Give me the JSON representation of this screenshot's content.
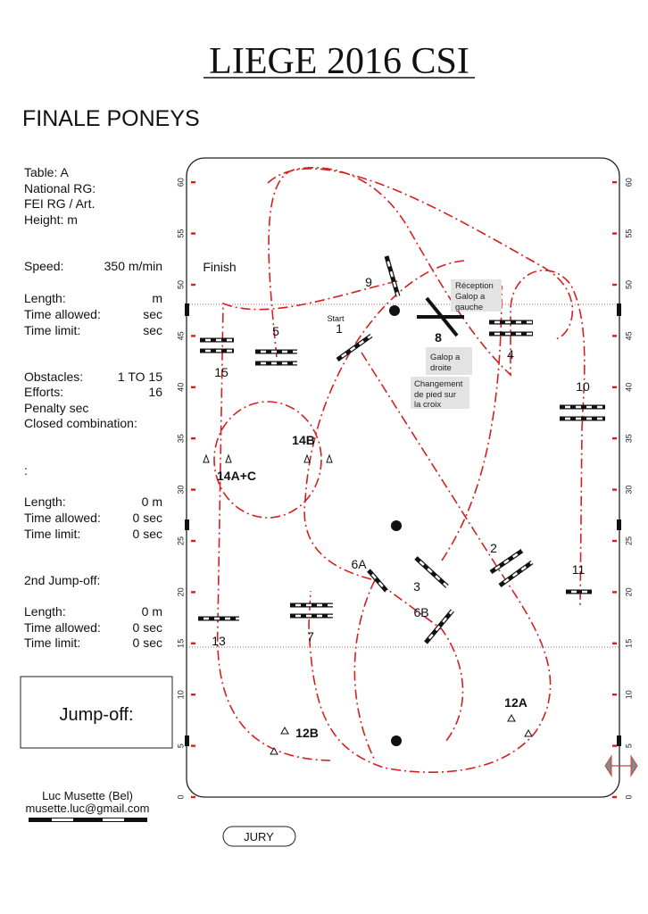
{
  "header": {
    "title": "LIEGE 2016 CSI",
    "subtitle": "FINALE PONEYS"
  },
  "info": {
    "table": "Table: A",
    "national_rg": "National RG:",
    "fei_rg": "FEI RG / Art.",
    "height": "Height:   m",
    "speed_label": "Speed:",
    "speed_value": "350  m/min",
    "length_label": "Length:",
    "length_value": "m",
    "time_allowed_label": "Time allowed:",
    "time_allowed_value": "sec",
    "time_limit_label": "Time limit:",
    "time_limit_value": "sec",
    "obstacles_label": "Obstacles:",
    "obstacles_value": "1 TO 15",
    "efforts_label": "Efforts:",
    "efforts_value": "16",
    "penalty": "Penalty sec",
    "closed_combination": "Closed combination:",
    "jumpoff_colon": ":",
    "jo_length_label": "Length:",
    "jo_length_value": "0   m",
    "jo_time_allowed_label": "Time allowed:",
    "jo_time_allowed_value": "0  sec",
    "jo_time_limit_label": "Time limit:",
    "jo_time_limit_value": "0  sec",
    "jo2_title": "2nd Jump-off:",
    "jo2_length_label": "Length:",
    "jo2_length_value": "0   m",
    "jo2_time_allowed_label": "Time allowed:",
    "jo2_time_allowed_value": "0  sec",
    "jo2_time_limit_label": "Time limit:",
    "jo2_time_limit_value": "0  sec"
  },
  "jumpoff_box": {
    "label": "Jump-off:"
  },
  "author": {
    "name": "Luc Musette (Bel)",
    "email": "musette.luc@gmail.com"
  },
  "jury": {
    "label": "JURY"
  },
  "axis": {
    "ticks": [
      "0",
      "5",
      "10",
      "15",
      "20",
      "25",
      "30",
      "35",
      "40",
      "45",
      "50",
      "55",
      "60"
    ]
  },
  "course": {
    "finish": "Finish",
    "start": "Start",
    "obstacles": {
      "o1": "1",
      "o2": "2",
      "o3": "3",
      "o4": "4",
      "o5": "5",
      "o6a": "6A",
      "o6b": "6B",
      "o7": "7",
      "o8": "8",
      "o9": "9",
      "o10": "10",
      "o11": "11",
      "o12a": "12A",
      "o12b": "12B",
      "o13": "13",
      "o14b": "14B",
      "o14ac": "14A+C",
      "o15": "15"
    },
    "notes": {
      "reception": [
        "Réception",
        "Galop a",
        "gauche"
      ],
      "galop_droite": [
        "Galop a",
        "droite"
      ],
      "changement": [
        "Changement",
        "de pied sur",
        "la croix"
      ]
    }
  },
  "colors": {
    "route": "#d42020",
    "note_bg": "#e3e3e3"
  }
}
